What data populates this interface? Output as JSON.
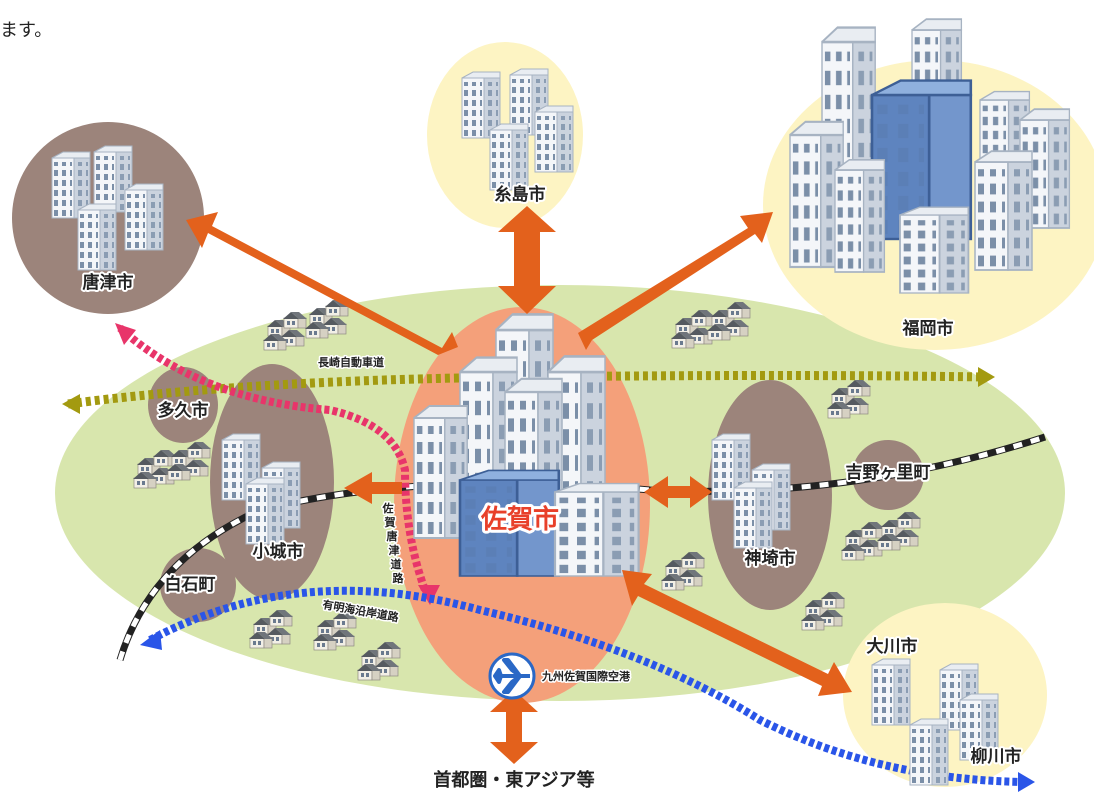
{
  "header_text": "ます。",
  "cities": {
    "karatsu": "唐津市",
    "itoshima": "糸島市",
    "fukuoka": "福岡市",
    "taku": "多久市",
    "ogi": "小城市",
    "shiroishi": "白石町",
    "yoshinogari": "吉野ヶ里町",
    "kanzaki": "神埼市",
    "okawa": "大川市",
    "yanagawa": "柳川市",
    "saga": "佐賀市"
  },
  "roads": {
    "nagasaki_expressway": "長崎自動車道",
    "saga_karatsu_road": [
      "佐",
      "賀",
      "唐",
      "津",
      "道",
      "路"
    ],
    "ariake_coastal_road": "有明海沿岸道路"
  },
  "airport": "九州佐賀国際空港",
  "bottom_destination": "首都圏・東アジア等",
  "colors": {
    "arrow_orange": "#e3611c",
    "saga_zone": "#f4a07a",
    "region_green": "#d8e6ad",
    "city_brown": "#9c847b",
    "city_cream": "#fdf4c3",
    "expressway": "#a39a10",
    "karatsu_road": "#e8356a",
    "coastal_road": "#2a55e8",
    "rail": "#222222",
    "airport_icon": "#2a68c6"
  },
  "icons": [
    "airplane-icon",
    "building-cluster-icon",
    "house-icon"
  ]
}
